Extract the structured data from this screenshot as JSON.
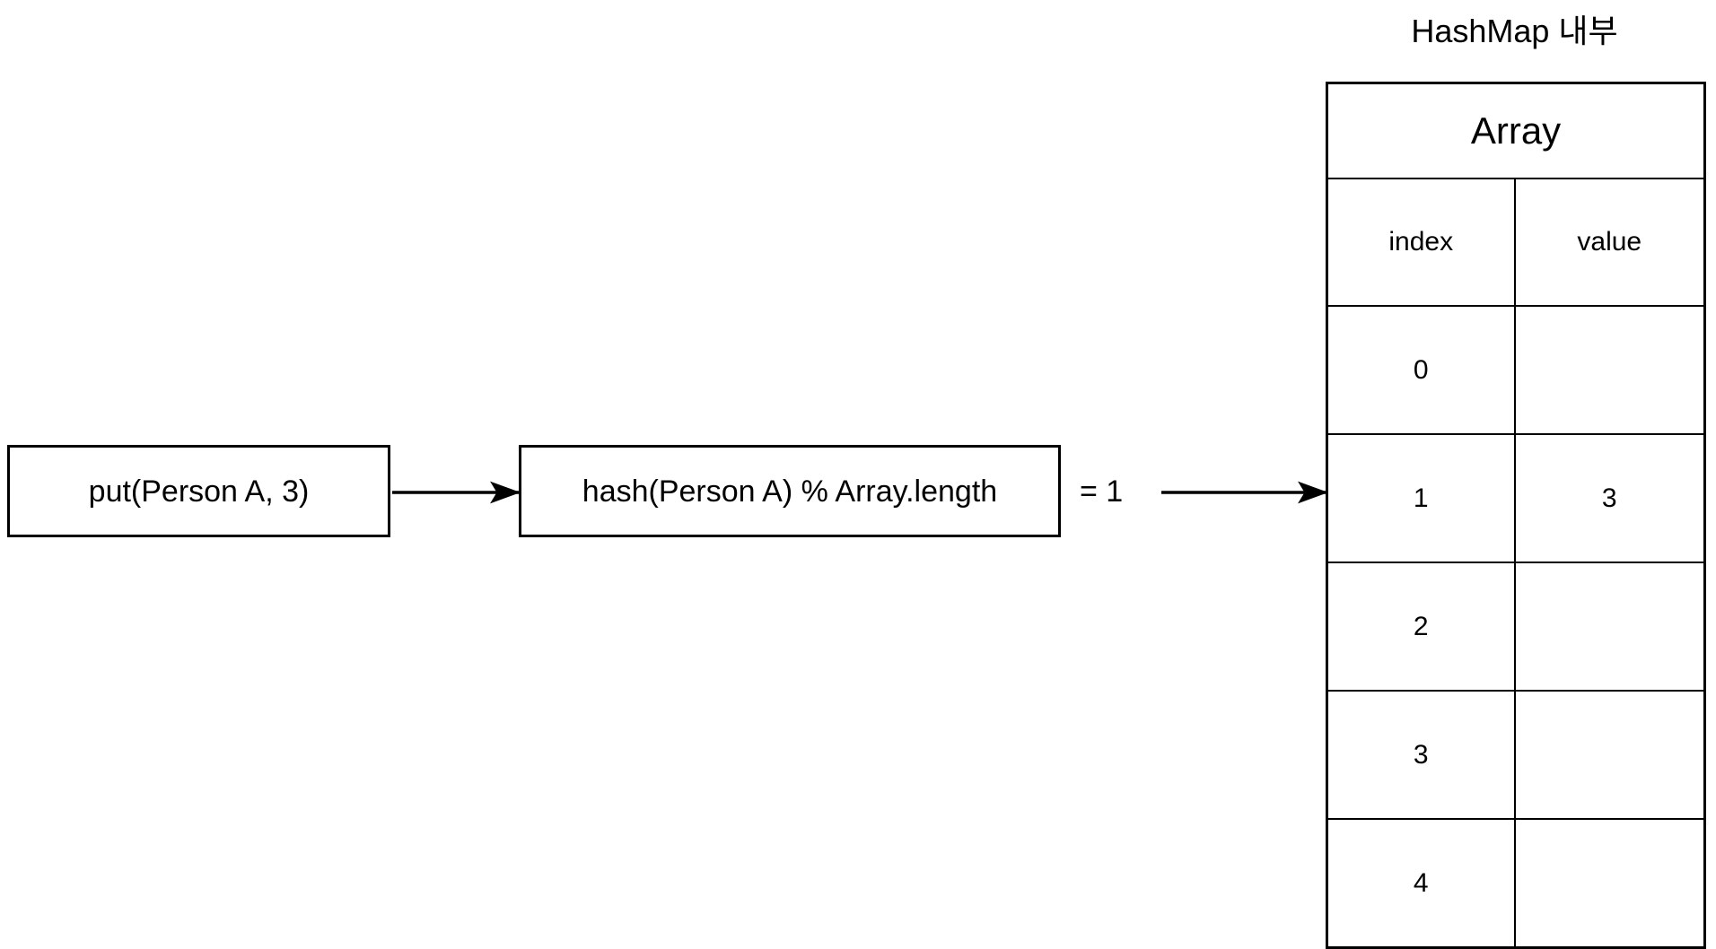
{
  "diagram": {
    "title": "HashMap 내부",
    "background_color": "#ffffff",
    "stroke_color": "#000000"
  },
  "flow": {
    "steps": [
      {
        "id": "put",
        "label": "put(Person A, 3)"
      },
      {
        "id": "hash",
        "label": "hash(Person A) % Array.length"
      }
    ],
    "result_label": "= 1",
    "arrows": [
      {
        "id": "arrow-put-to-hash",
        "from": "put",
        "to": "hash"
      },
      {
        "id": "arrow-hash-to-array",
        "from": "hash",
        "to": "array-table"
      }
    ]
  },
  "array_table": {
    "header": "Array",
    "columns": [
      "index",
      "value"
    ],
    "rows": [
      {
        "index": "0",
        "value": ""
      },
      {
        "index": "1",
        "value": "3"
      },
      {
        "index": "2",
        "value": ""
      },
      {
        "index": "3",
        "value": ""
      },
      {
        "index": "4",
        "value": ""
      }
    ]
  }
}
